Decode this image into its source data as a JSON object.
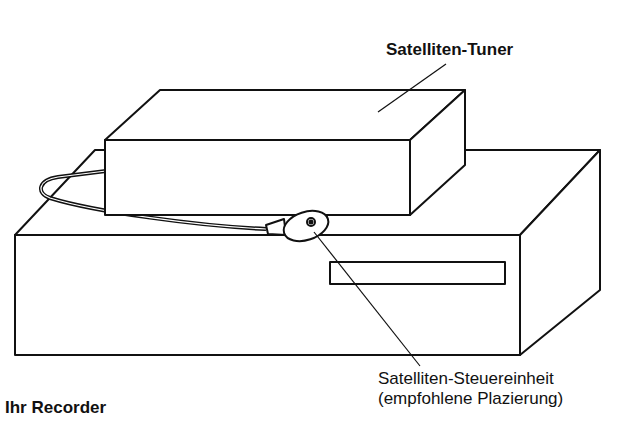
{
  "diagram": {
    "labels": [
      "Satelliten-Tuner",
      "Satelliten-Steuereinheit (empfohlene Plazierung)",
      "Ihr Recorder"
    ]
  }
}
